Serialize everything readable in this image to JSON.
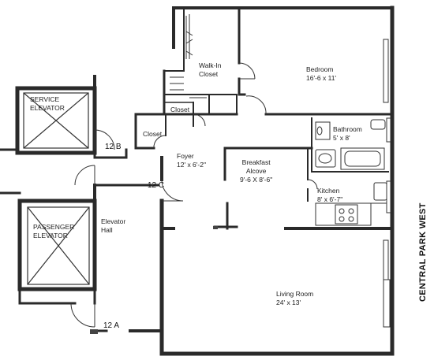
{
  "rooms": {
    "service_elevator": {
      "line1": "SERVICE",
      "line2": "ELEVATOR"
    },
    "passenger_elevator": {
      "line1": "PASSENGER",
      "line2": "ELEVATOR"
    },
    "elevator_hall": {
      "line1": "Elevator",
      "line2": "Hall"
    },
    "walk_in_closet": {
      "line1": "Walk-In",
      "line2": "Closet"
    },
    "closet_upper": "Closet",
    "closet_lower": "Closet",
    "bedroom": {
      "name": "Bedroom",
      "size": "16'-6 x 11'"
    },
    "bathroom": {
      "name": "Bathroom",
      "size": "5' x 8'"
    },
    "foyer": {
      "name": "Foyer",
      "size": "12' x 6'-2\""
    },
    "breakfast_alcove": {
      "line1": "Breakfast",
      "line2": "Alcove",
      "size": "9'-6 X 8'-6\""
    },
    "kitchen": {
      "name": "Kitchen",
      "size": "8' x 6'-7\""
    },
    "living_room": {
      "name": "Living Room",
      "size": "24' x 13'"
    }
  },
  "units": {
    "b": "12 B",
    "c": "12 C",
    "a": "12 A"
  },
  "street": "CENTRAL PARK WEST"
}
